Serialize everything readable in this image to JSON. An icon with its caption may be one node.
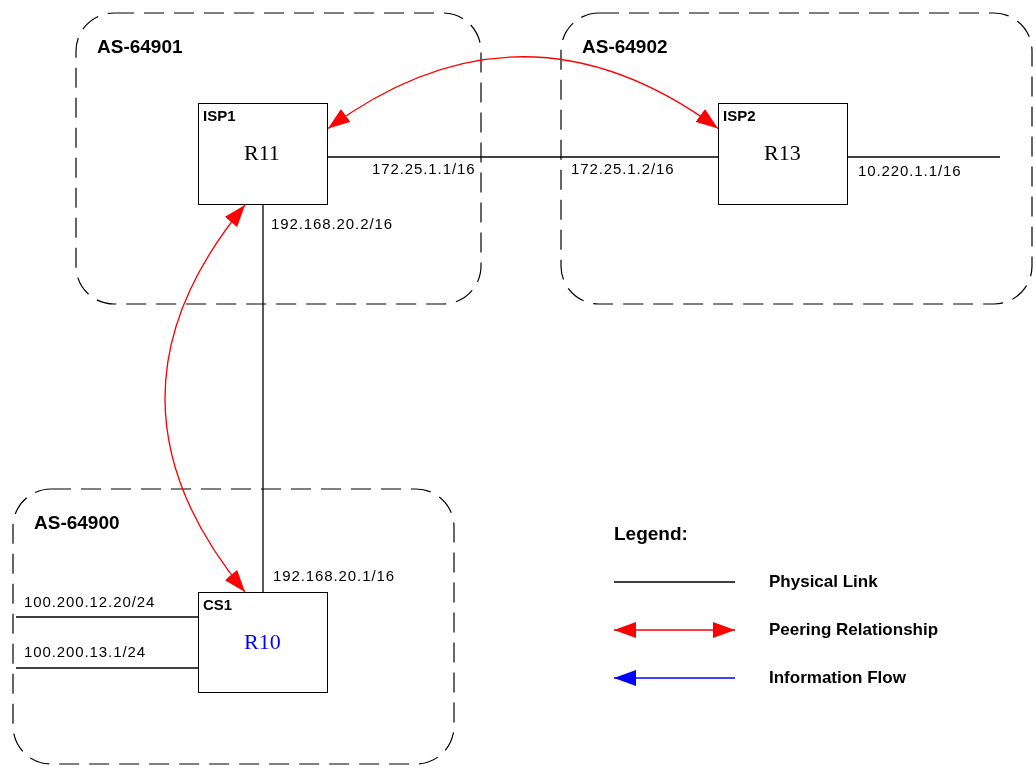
{
  "diagram": {
    "nodes": [
      {
        "text": [
          "AS-64901"
        ]
      },
      {
        "text": [
          "ISP1",
          "R11"
        ],
        "in": 0
      },
      {
        "text": [
          "AS-64902"
        ]
      },
      {
        "text": [
          "ISP2",
          "R13"
        ],
        "in": 2
      },
      {
        "text": [
          "AS-64900"
        ]
      },
      {
        "text": [
          "CS1",
          "R10"
        ],
        "in": 4
      }
    ],
    "edges": [
      {
        "from": 1,
        "to": 3,
        "arrow": "none"
      },
      {
        "from": 3,
        "to": null,
        "arrow": "none"
      },
      {
        "from": 1,
        "to": 5,
        "arrow": "none"
      },
      {
        "from": 5,
        "to": null,
        "arrow": "none"
      },
      {
        "from": 5,
        "to": null,
        "arrow": "none"
      },
      {
        "from": 1,
        "to": 3,
        "arrow": "both",
        "color": "#ff0000"
      },
      {
        "from": 1,
        "to": 5,
        "arrow": "both",
        "color": "#ff0000"
      }
    ],
    "labels": [
      "172.25.1.1/16",
      "172.25.1.2/16",
      "10.220.1.1/16",
      "192.168.20.2/16",
      "Legend:",
      "192.168.20.1/16",
      "100.200.12.20/24",
      "100.200.13.1/24"
    ],
    "legend": [
      {
        "text": "Physical Link"
      },
      {
        "text": "Peering Relationship"
      },
      {
        "text": "Information Flow"
      }
    ]
  }
}
